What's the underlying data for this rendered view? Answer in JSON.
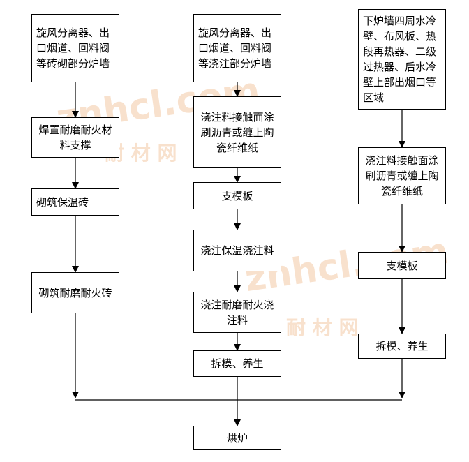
{
  "col1": {
    "step1": "旋风分离器、出口烟道、回料阀等砖砌部分炉墙",
    "step2": "焊置耐磨耐火材料支撑",
    "step3": "砌筑保温砖",
    "step4": "砌筑耐磨耐火砖"
  },
  "col2": {
    "step1": "旋风分离器、出口烟道、回料阀等浇注部分炉墙",
    "step2": "浇注料接触面涂刷沥青或缠上陶瓷纤维纸",
    "step3": "支模板",
    "step4": "浇注保温浇注料",
    "step5": "浇注耐磨耐火浇注料",
    "step6": "拆模、养生"
  },
  "col3": {
    "step1": "下炉墙四周水冷壁、布风板、热段再热器、二级过热器、后水冷壁上部出烟口等区域",
    "step2": "浇注料接触面涂刷沥青或缠上陶瓷纤维纸",
    "step3": "支模板",
    "step4": "拆模、养生"
  },
  "final": "烘炉",
  "watermark": {
    "logo": "znhcl.com",
    "text": "耐 材 网"
  }
}
